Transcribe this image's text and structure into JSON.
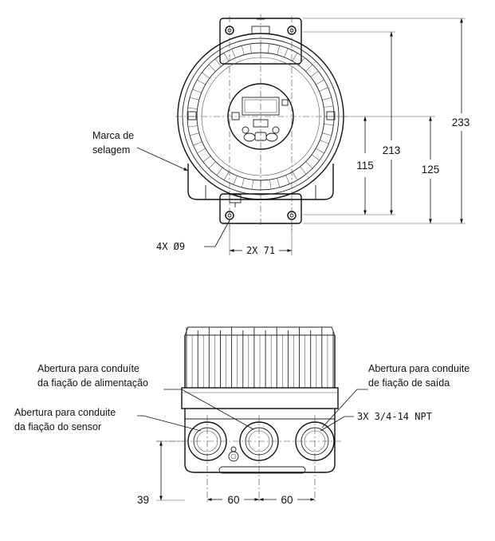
{
  "labels": {
    "seal_mark_line1": "Marca de",
    "seal_mark_line2": "selagem",
    "mount_holes": "4X Ø9",
    "hole_spacing": "2X 71",
    "power_conduit_line1": "Abertura para conduíte",
    "power_conduit_line2": "da fiação de alimentação",
    "output_conduit_line1": "Abertura para conduite",
    "output_conduit_line2": "de fiação de saída",
    "sensor_conduit_line1": "Abertura para conduite",
    "sensor_conduit_line2": "da fiação do sensor",
    "conduit_thread": "3X 3/4-14 NPT"
  },
  "dimensions": {
    "overall_height": "233",
    "bracket_height": "213",
    "center_height_left": "115",
    "center_height_right": "125",
    "conduit_height": "39",
    "conduit_spacing_left": "60",
    "conduit_spacing_right": "60"
  }
}
